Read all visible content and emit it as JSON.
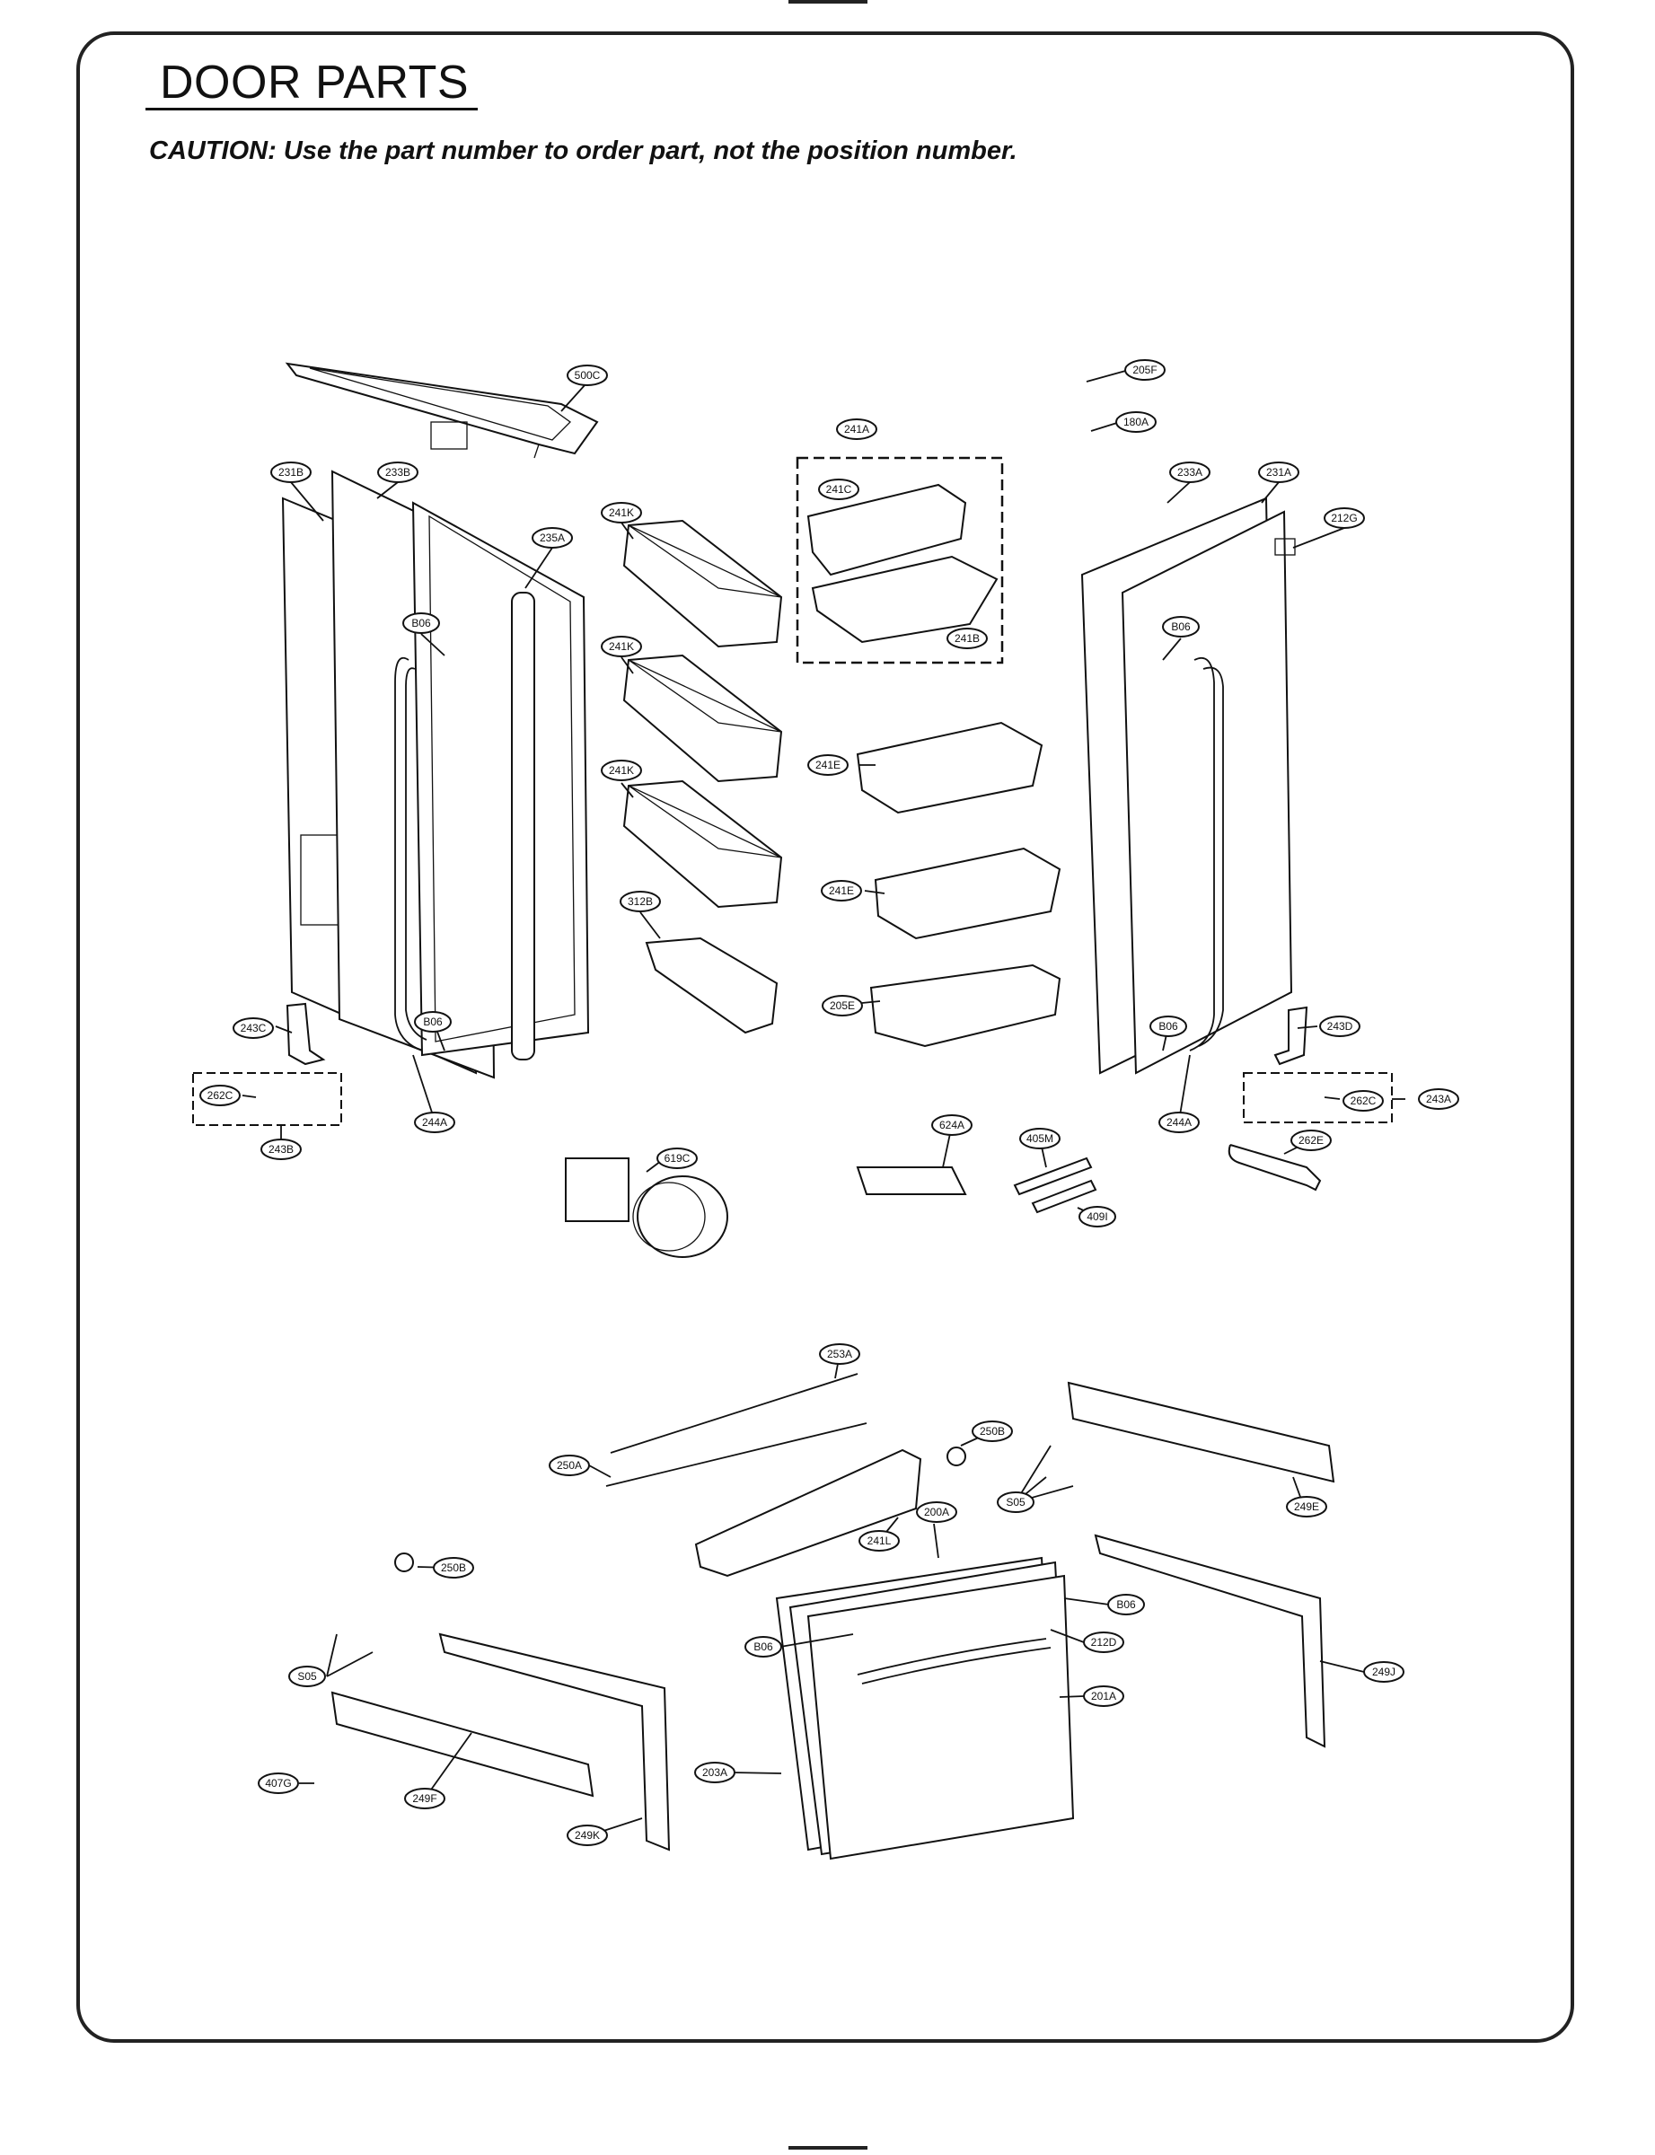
{
  "page": {
    "title": "DOOR PARTS",
    "caution": "CAUTION: Use the part number to order part, not the position number."
  },
  "callouts": [
    {
      "id": "c500C",
      "text": "500C"
    },
    {
      "id": "c205F",
      "text": "205F"
    },
    {
      "id": "c180A",
      "text": "180A"
    },
    {
      "id": "c241A",
      "text": "241A"
    },
    {
      "id": "c241C",
      "text": "241C"
    },
    {
      "id": "c241B",
      "text": "241B"
    },
    {
      "id": "c231B",
      "text": "231B"
    },
    {
      "id": "c233B",
      "text": "233B"
    },
    {
      "id": "c235A",
      "text": "235A"
    },
    {
      "id": "c233A",
      "text": "233A"
    },
    {
      "id": "c231A",
      "text": "231A"
    },
    {
      "id": "c212G",
      "text": "212G"
    },
    {
      "id": "c241K1",
      "text": "241K"
    },
    {
      "id": "c241K2",
      "text": "241K"
    },
    {
      "id": "c241K3",
      "text": "241K"
    },
    {
      "id": "cB06L1",
      "text": "B06"
    },
    {
      "id": "cB06R1",
      "text": "B06"
    },
    {
      "id": "c241E1",
      "text": "241E"
    },
    {
      "id": "c241E2",
      "text": "241E"
    },
    {
      "id": "c312B",
      "text": "312B"
    },
    {
      "id": "c205E",
      "text": "205E"
    },
    {
      "id": "c243C",
      "text": "243C"
    },
    {
      "id": "c243D",
      "text": "243D"
    },
    {
      "id": "cB06L2",
      "text": "B06"
    },
    {
      "id": "cB06R2",
      "text": "B06"
    },
    {
      "id": "c262CL",
      "text": "262C"
    },
    {
      "id": "c262CR",
      "text": "262C"
    },
    {
      "id": "c243A",
      "text": "243A"
    },
    {
      "id": "c243B",
      "text": "243B"
    },
    {
      "id": "c244AL",
      "text": "244A"
    },
    {
      "id": "c244AR",
      "text": "244A"
    },
    {
      "id": "c619C",
      "text": "619C"
    },
    {
      "id": "c624A",
      "text": "624A"
    },
    {
      "id": "c405M",
      "text": "405M"
    },
    {
      "id": "c409I",
      "text": "409I"
    },
    {
      "id": "c262E",
      "text": "262E"
    },
    {
      "id": "c253A",
      "text": "253A"
    },
    {
      "id": "c250B1",
      "text": "250B"
    },
    {
      "id": "c250A",
      "text": "250A"
    },
    {
      "id": "cS05a",
      "text": "S05"
    },
    {
      "id": "c249E",
      "text": "249E"
    },
    {
      "id": "c241L",
      "text": "241L"
    },
    {
      "id": "c200A",
      "text": "200A"
    },
    {
      "id": "c250B2",
      "text": "250B"
    },
    {
      "id": "cB06b1",
      "text": "B06"
    },
    {
      "id": "cB06b2",
      "text": "B06"
    },
    {
      "id": "c212D",
      "text": "212D"
    },
    {
      "id": "c249J",
      "text": "249J"
    },
    {
      "id": "c201A",
      "text": "201A"
    },
    {
      "id": "cS05b",
      "text": "S05"
    },
    {
      "id": "c203A",
      "text": "203A"
    },
    {
      "id": "c407G",
      "text": "407G"
    },
    {
      "id": "c249F",
      "text": "249F"
    },
    {
      "id": "c249K",
      "text": "249K"
    }
  ]
}
